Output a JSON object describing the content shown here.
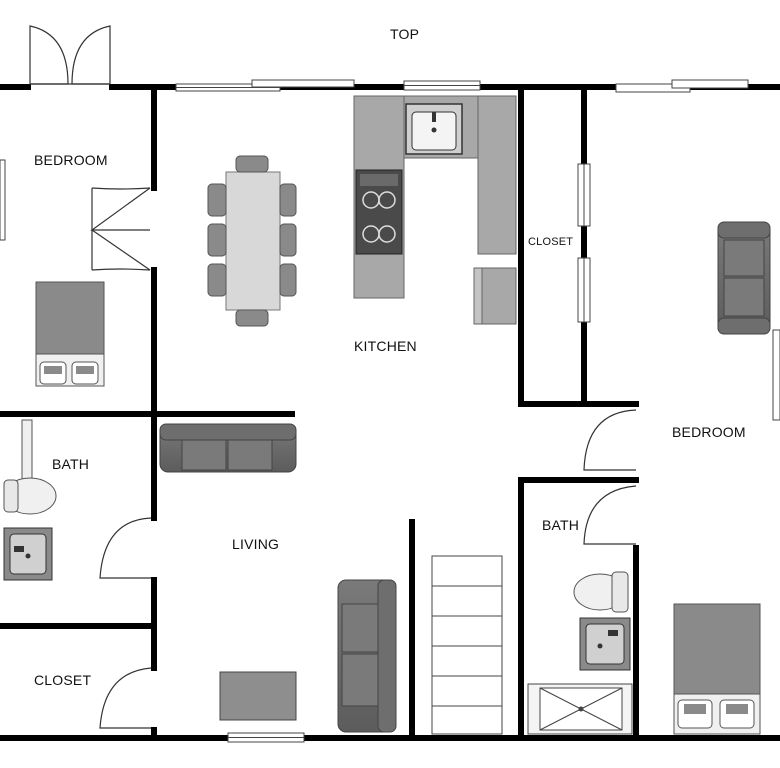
{
  "labels": {
    "top": "TOP",
    "bedroom_left": "BEDROOM",
    "kitchen": "KITCHEN",
    "closet_center": "CLOSET",
    "bedroom_right": "BEDROOM",
    "bath_left": "BATH",
    "living": "LIVING",
    "bath_right": "BATH",
    "closet_left": "CLOSET"
  },
  "colors": {
    "wall": "#000000",
    "furniture_fill": "#8a8a8a",
    "furniture_dark": "#5a5a5a",
    "counter_fill": "#a8a8a8",
    "light_fill": "#f0f0f0",
    "line": "#333333"
  }
}
